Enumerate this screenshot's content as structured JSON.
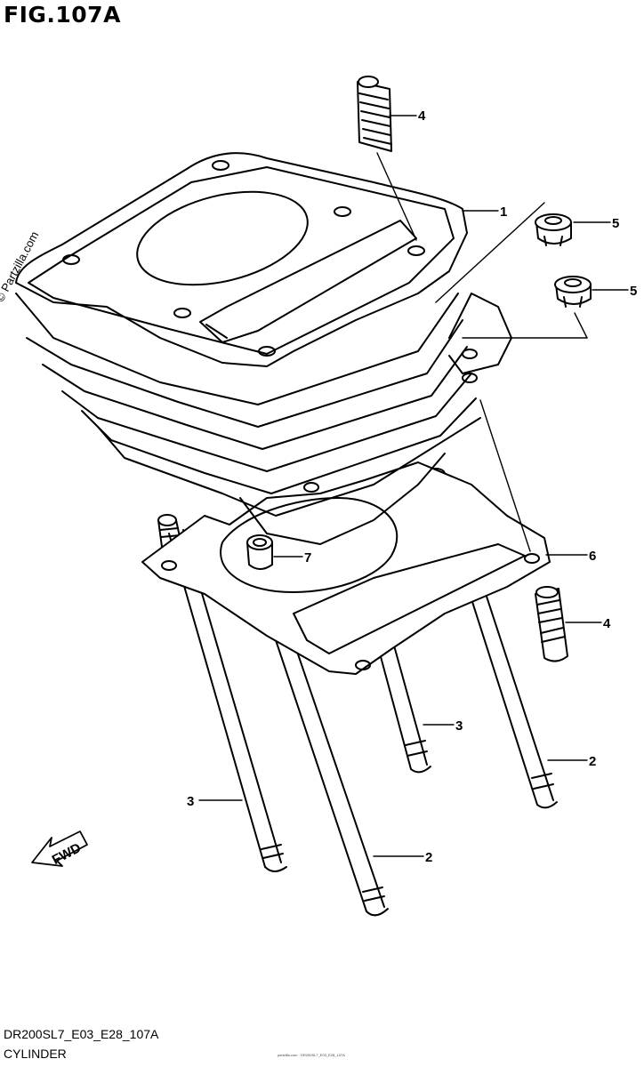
{
  "figure": {
    "title": "FIG.107A",
    "watermark": "© Partzilla.com",
    "code": "DR200SL7_E03_E28_107A",
    "caption": "CYLINDER",
    "fine_print": "partzilla.com · DR200SL7_E03_E28_107A"
  },
  "arrow": {
    "label": "FWD"
  },
  "callouts": [
    {
      "id": "c1",
      "label": "1"
    },
    {
      "id": "c2a",
      "label": "2"
    },
    {
      "id": "c2b",
      "label": "2"
    },
    {
      "id": "c3a",
      "label": "3"
    },
    {
      "id": "c3b",
      "label": "3"
    },
    {
      "id": "c4a",
      "label": "4"
    },
    {
      "id": "c4b",
      "label": "4"
    },
    {
      "id": "c5a",
      "label": "5"
    },
    {
      "id": "c5b",
      "label": "5"
    },
    {
      "id": "c6",
      "label": "6"
    },
    {
      "id": "c7",
      "label": "7"
    }
  ]
}
